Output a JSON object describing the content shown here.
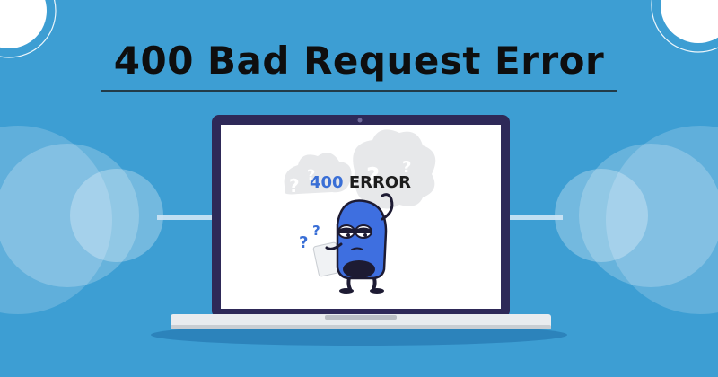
{
  "page": {
    "title": "400 Bad Request Error"
  },
  "screen": {
    "error_code": "400",
    "error_word": "ERROR"
  },
  "colors": {
    "background": "#3d9ed3",
    "title": "#0e0e0e",
    "laptop_frame": "#2e2958",
    "character": "#3e6fe0",
    "error_code": "#3a6fd6"
  },
  "icons": {
    "question_marks": "question-mark-icon",
    "character": "confused-character-illustration"
  }
}
